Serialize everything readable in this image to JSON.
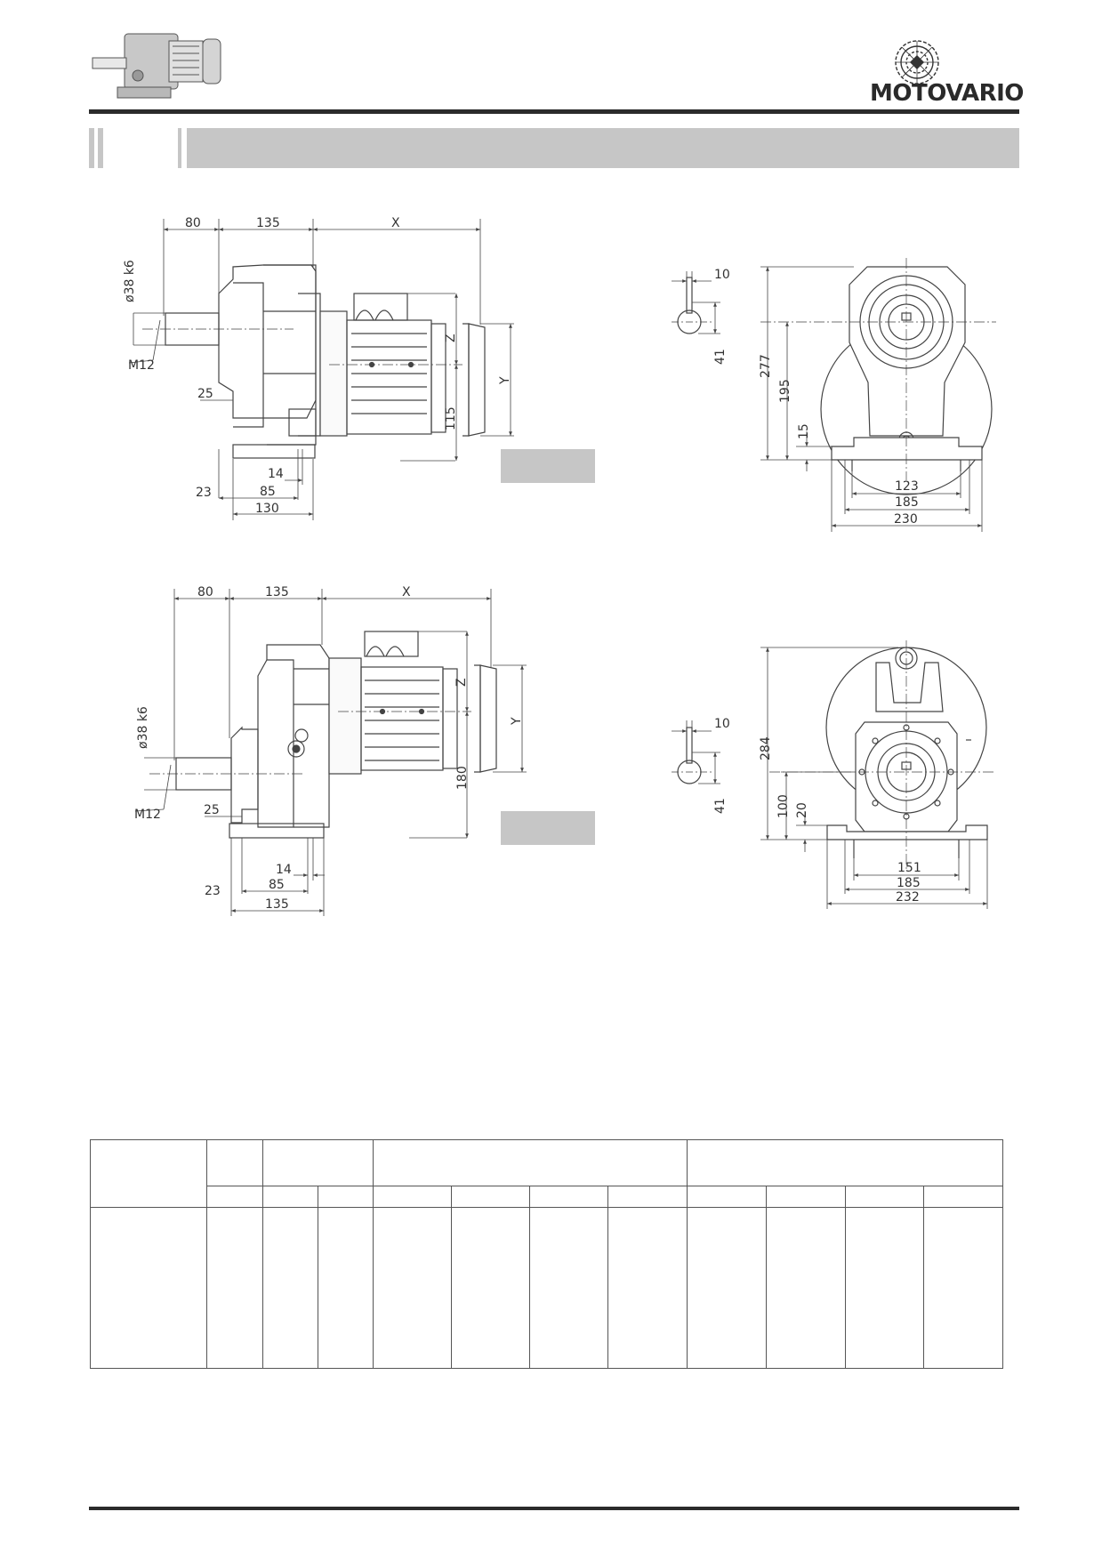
{
  "header": {
    "brand": "MOTOVARIO"
  },
  "dims": {
    "top_side": {
      "a": "80",
      "b": "135",
      "x": "X",
      "shaft": "ø38 k6",
      "thread": "M12",
      "d25": "25",
      "z": "Z",
      "y": "Y",
      "h115": "115",
      "d14": "14",
      "d23": "23",
      "d85": "85",
      "d130": "130"
    },
    "top_front": {
      "d10": "10",
      "d41": "41",
      "d277": "277",
      "d195": "195",
      "d15": "15",
      "d123": "123",
      "d185": "185",
      "d230": "230"
    },
    "bottom_side": {
      "a": "80",
      "b": "135",
      "x": "X",
      "shaft": "ø38 k6",
      "thread": "M12",
      "d25": "25",
      "z": "Z",
      "y": "Y",
      "h180": "180",
      "d14": "14",
      "d23": "23",
      "d85": "85",
      "d135": "135"
    },
    "bottom_front": {
      "d10": "10",
      "d41": "41",
      "d284": "284",
      "d100": "100",
      "d20": "20",
      "d151": "151",
      "d185": "185",
      "d232": "232"
    }
  }
}
